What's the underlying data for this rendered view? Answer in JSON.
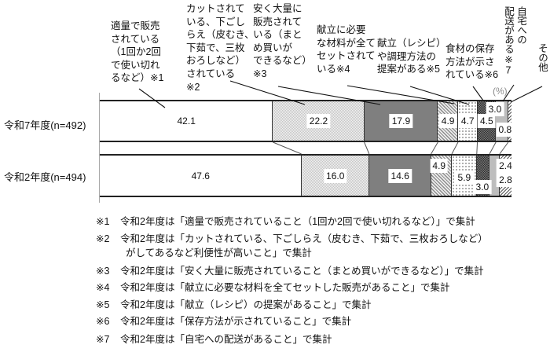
{
  "chart_data": {
    "type": "bar",
    "orientation": "horizontal",
    "stacked": true,
    "normalized_per_row": true,
    "title": "",
    "xlabel": "",
    "ylabel": "",
    "unit": "(%)",
    "xlim": [
      0,
      100
    ],
    "grid": false,
    "legend_position": "top (leader-line annotations)",
    "categories": [
      "令和7年度(n=492)",
      "令和2年度(n=494)"
    ],
    "series": [
      {
        "name": "適量で販売されている（1回か2回で使い切れるなど）※1",
        "values": [
          42.1,
          47.6
        ],
        "fill": "white"
      },
      {
        "name": "カットされている、下ごしらえ（皮むき、下茹で、三枚おろしなど）されている※2",
        "values": [
          22.2,
          16.0
        ],
        "fill": "fine-dots"
      },
      {
        "name": "安く大量に販売されている（まとめ買いができるなど）※3",
        "values": [
          17.9,
          14.6
        ],
        "fill": "solid-gray"
      },
      {
        "name": "献立に必要な材料が全てセットされている※4",
        "values": [
          4.9,
          4.9
        ],
        "fill": "diagonal-hatch"
      },
      {
        "name": "献立（レシピ）や調理方法の提案がある※5",
        "values": [
          4.7,
          5.9
        ],
        "fill": "sparse-dots"
      },
      {
        "name": "食材の保存方法が示されている※6",
        "values": [
          4.5,
          3.0
        ],
        "fill": "dark-checker"
      },
      {
        "name": "自宅への配送がある※7",
        "values": [
          3.0,
          2.4
        ],
        "fill": "light-gray"
      },
      {
        "name": "その他",
        "values": [
          0.8,
          2.8
        ],
        "fill": "fine-hatch"
      }
    ],
    "series_labels": [
      "適量で販売\nされている\n（1回か2回\nで使い切れ\nるなど）※1",
      "カットされて\nいる、下ごし\nらえ（皮むき、\n下茹で、三枚\nおろしなど）\nされている\n※2",
      "安く大量に\n販売されて\nいる（まと\nめ買いが\nできるなど）\n※3",
      "献立に必要\nな材料が全て\nセットされて\nいる※4",
      "献立（レシピ）\nや調理方法の\n提案がある※5",
      "食材の保存\n方法が示さ\nれている※6",
      "自宅への\n配送がある※7",
      "その他"
    ]
  },
  "notes": [
    {
      "mark": "※1",
      "text": "令和2年度は「適量で販売されていること（1回か2回で使い切れるなど）」で集計"
    },
    {
      "mark": "※2",
      "text": "令和2年度は「カットされている、下ごしらえ（皮むき、下茹で、三枚おろしなど）",
      "text2": "がしてあるなど利便性が高いこと」で集計"
    },
    {
      "mark": "※3",
      "text": "令和2年度は「安く大量に販売されていること（まとめ買いができるなど）」で集計"
    },
    {
      "mark": "※4",
      "text": "令和2年度は「献立に必要な材料を全てセットした販売があること」で集計"
    },
    {
      "mark": "※5",
      "text": "令和2年度は「献立（レシピ）の提案があること」で集計"
    },
    {
      "mark": "※6",
      "text": "令和2年度は「保存方法が示されていること」で集計"
    },
    {
      "mark": "※7",
      "text": "令和2年度は「自宅への配送があること」で集計"
    }
  ]
}
